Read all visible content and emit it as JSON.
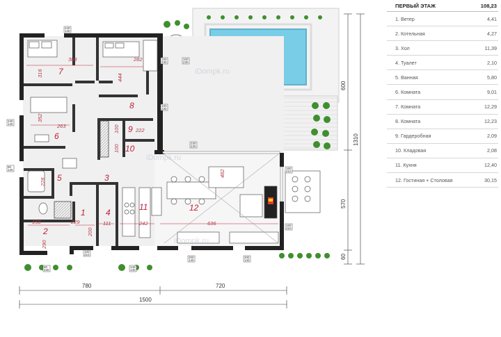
{
  "table": {
    "title": "ПЕРВЫЙ ЭТАЖ",
    "total": "108,23",
    "rows": [
      {
        "name": "1. Ветер",
        "area": "4,41"
      },
      {
        "name": "2. Котельная",
        "area": "4,27"
      },
      {
        "name": "3. Хол",
        "area": "11,39"
      },
      {
        "name": "4. Туалет",
        "area": "2,10"
      },
      {
        "name": "5. Ванная",
        "area": "5,80"
      },
      {
        "name": "6. Комната",
        "area": "9,01"
      },
      {
        "name": "7. Комната",
        "area": "12,29"
      },
      {
        "name": "8. Комната",
        "area": "12,23"
      },
      {
        "name": "9. Гардеробная",
        "area": "2,09"
      },
      {
        "name": "10. Кладовая",
        "area": "2,08"
      },
      {
        "name": "11. Кухня",
        "area": "12,40"
      },
      {
        "name": "12. Гостиная + Столовая",
        "area": "30,15"
      }
    ]
  },
  "rooms": {
    "r1": "1",
    "r2": "2",
    "r3": "3",
    "r4": "4",
    "r5": "5",
    "r6": "6",
    "r7": "7",
    "r8": "8",
    "r9": "9",
    "r10": "10",
    "r11": "11",
    "r12": "12"
  },
  "room_dims": {
    "d388": "388",
    "d282": "282",
    "d316": "316",
    "d444": "444",
    "d352": "352",
    "d263": "263",
    "d228": "228",
    "d158": "158",
    "d229": "229",
    "d290": "290",
    "d200": "200",
    "d111": "111",
    "d242": "242",
    "d636": "636",
    "d482": "482",
    "d222": "222",
    "d100": "100",
    "d100b": "100"
  },
  "openings": {
    "o1": "240\n140",
    "o2": "100\n230",
    "o3": "100\n230",
    "o4": "240\n140",
    "o5": "90\n140",
    "o6": "230\n230",
    "o7": "160\n210",
    "o8": "160\n210",
    "o9": "100\n210",
    "o10": "80\n230",
    "o11": "140\n140",
    "o12": "200\n140",
    "o13": "200\n140",
    "o14": "100\n230"
  },
  "overall_dims": {
    "w780": "780",
    "w720": "720",
    "w1500": "1500",
    "h600": "600",
    "h1310": "1310",
    "h570": "570",
    "h60": "60"
  },
  "watermarks": {
    "w1": "iDompk.ru",
    "w2": "iDompk.ru",
    "w3": "iDompk.ru"
  },
  "colors": {
    "wall": "#222222",
    "room_number": "#c0203a",
    "dimension": "#b23a4a",
    "pool": "#79cde6",
    "greenery": "#3f8f2e"
  }
}
